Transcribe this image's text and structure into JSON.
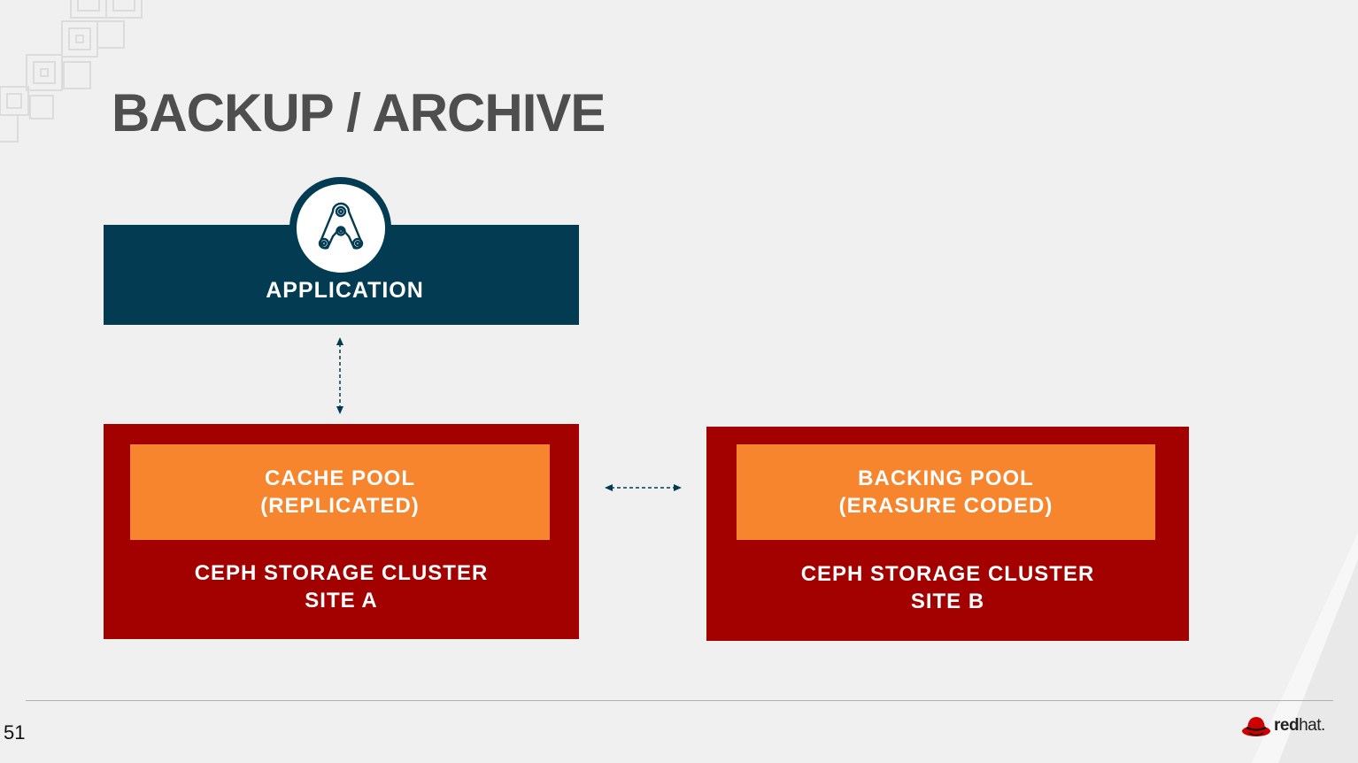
{
  "slide": {
    "title": "BACKUP / ARCHIVE",
    "page_number": "51"
  },
  "application": {
    "label": "APPLICATION",
    "icon": "application-gears-icon"
  },
  "site_a": {
    "pool_line1": "CACHE POOL",
    "pool_line2": "(REPLICATED)",
    "cluster_line1": "CEPH STORAGE CLUSTER",
    "cluster_line2": "SITE A"
  },
  "site_b": {
    "pool_line1": "BACKING POOL",
    "pool_line2": "(ERASURE CODED)",
    "cluster_line1": "CEPH STORAGE CLUSTER",
    "cluster_line2": "SITE B"
  },
  "connectors": [
    {
      "from": "application",
      "to": "site_a",
      "style": "dashed",
      "direction": "bidirectional"
    },
    {
      "from": "site_a",
      "to": "site_b",
      "style": "dashed",
      "direction": "bidirectional"
    }
  ],
  "logo": {
    "text_bold": "red",
    "text_regular": "hat."
  },
  "colors": {
    "background": "#f0f0f0",
    "title": "#4e4e4e",
    "application_box": "#033c52",
    "cluster_box": "#a30000",
    "pool_box": "#f7852d",
    "text_light": "#ffffff"
  }
}
